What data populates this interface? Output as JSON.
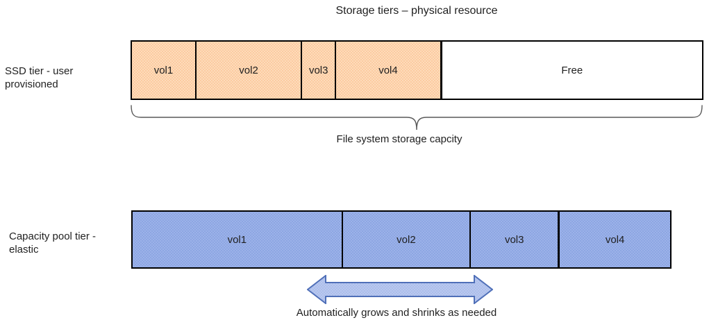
{
  "title": "Storage tiers – physical resource",
  "ssd_tier": {
    "label": "SSD tier - user provisioned",
    "segments": [
      {
        "label": "vol1",
        "width_pct": 11.2,
        "fill": "orange"
      },
      {
        "label": "vol2",
        "width_pct": 18.5,
        "fill": "orange"
      },
      {
        "label": "vol3",
        "width_pct": 5.8,
        "fill": "orange"
      },
      {
        "label": "vol4",
        "width_pct": 18.4,
        "fill": "orange"
      },
      {
        "label": "Free",
        "width_pct": 46.1,
        "fill": "white",
        "thick_left": true
      }
    ]
  },
  "brace_label": "File system storage capcity",
  "capacity_tier": {
    "label_line1": "Capacity pool tier -",
    "label_line2": "elastic",
    "segments": [
      {
        "label": "vol1",
        "width_pct": 39.2,
        "fill": "blue"
      },
      {
        "label": "vol2",
        "width_pct": 23.8,
        "fill": "blue"
      },
      {
        "label": "vol3",
        "width_pct": 16.3,
        "fill": "blue"
      },
      {
        "label": "vol4",
        "width_pct": 20.7,
        "fill": "blue",
        "thick_left": true
      }
    ]
  },
  "arrow_label": "Automatically grows and shrinks as needed",
  "colors": {
    "orange-fill": "#FAC090",
    "orange-dot": "#FDDCBC",
    "blue-fill": "#A5B9ED",
    "blue-dot": "#8CA5E2",
    "arrow-fill": "#B9C8EF",
    "arrow-dot": "#9DB2E6",
    "arrow-border": "#4F6FB8",
    "border": "#000000",
    "brace": "#595959",
    "text": "#1F1F1F"
  }
}
